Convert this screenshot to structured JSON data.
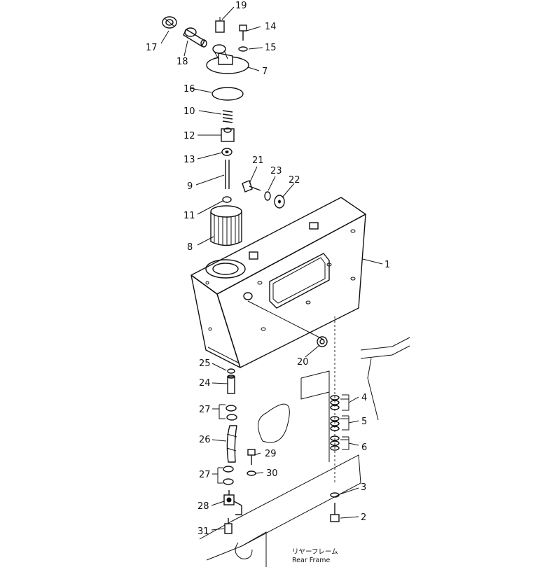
{
  "diagram": {
    "type": "exploded-parts-view",
    "callouts": [
      "1",
      "2",
      "3",
      "4",
      "5",
      "6",
      "7",
      "8",
      "9",
      "10",
      "11",
      "12",
      "13",
      "14",
      "15",
      "16",
      "17",
      "18",
      "19",
      "20",
      "21",
      "22",
      "23",
      "24",
      "25",
      "26",
      "27",
      "28",
      "29",
      "30",
      "31"
    ],
    "group_callout_27": "27",
    "rear_frame_label_jp": "リヤーフレーム",
    "rear_frame_label_en": "Rear Frame"
  }
}
